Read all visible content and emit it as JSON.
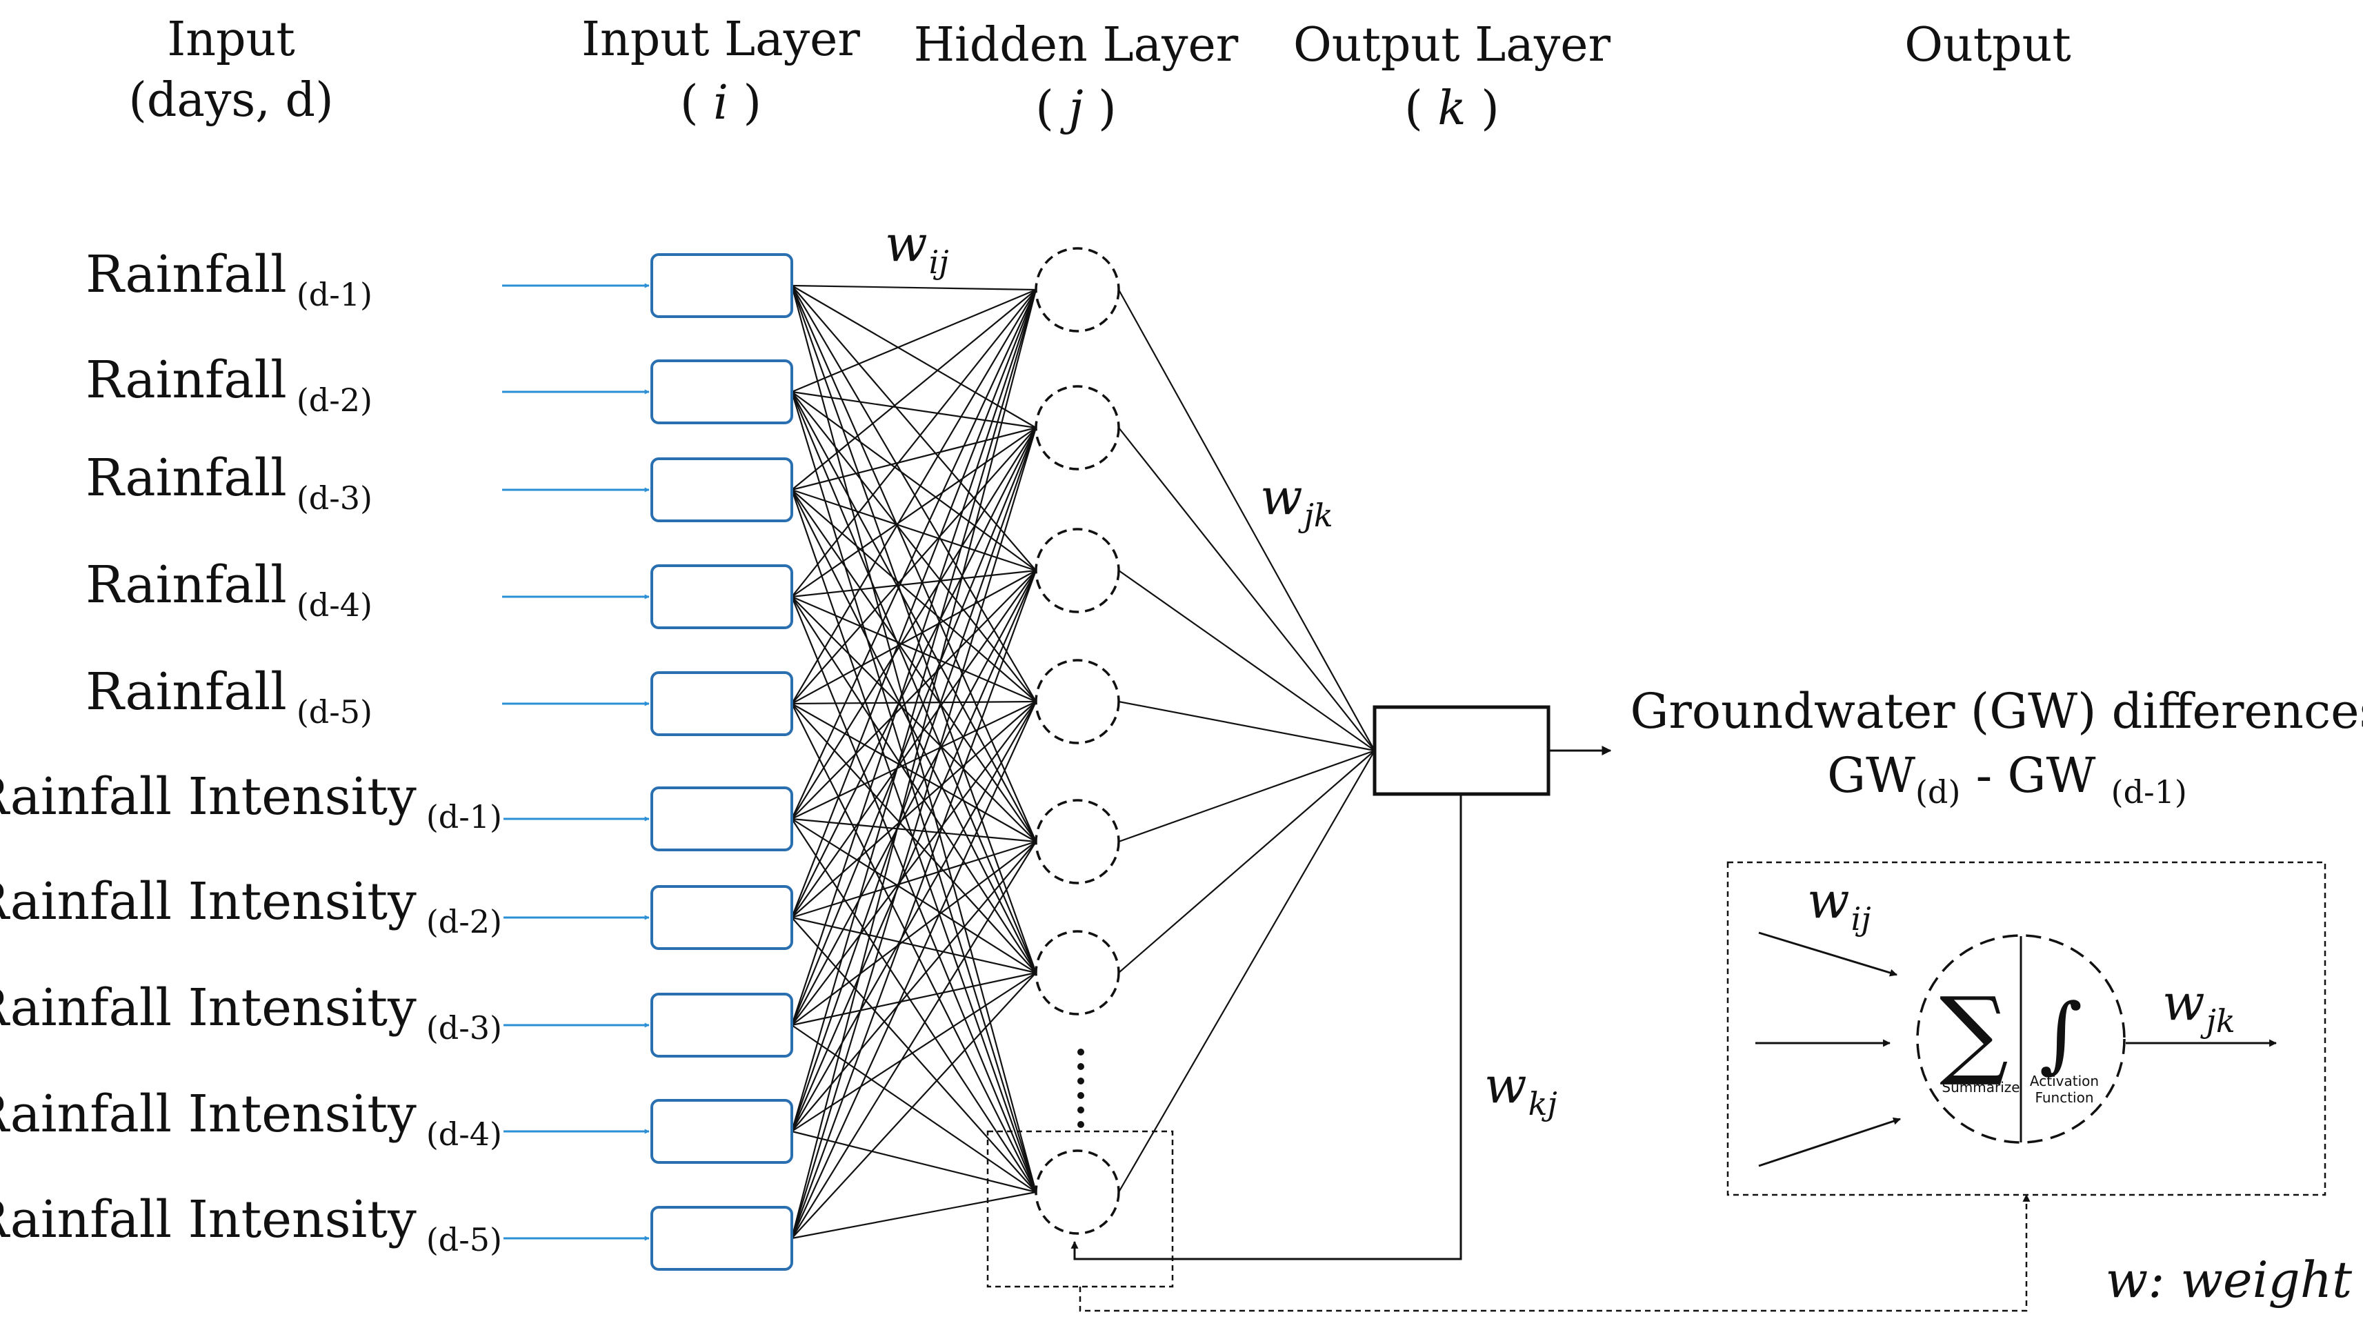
{
  "headers": {
    "input": {
      "line1": "Input",
      "line2": "(days, d)"
    },
    "input_layer": {
      "line1": "Input Layer",
      "index": "i"
    },
    "hidden_layer": {
      "line1": "Hidden Layer",
      "index": "j"
    },
    "output_layer": {
      "line1": "Output Layer",
      "index": "k"
    },
    "output": {
      "line1": "Output"
    }
  },
  "inputs": [
    {
      "label": "Rainfall",
      "sub": "(d-1)"
    },
    {
      "label": "Rainfall",
      "sub": "(d-2)"
    },
    {
      "label": "Rainfall",
      "sub": "(d-3)"
    },
    {
      "label": "Rainfall",
      "sub": "(d-4)"
    },
    {
      "label": "Rainfall",
      "sub": "(d-5)"
    },
    {
      "label": "Rainfall Intensity",
      "sub": "(d-1)"
    },
    {
      "label": "Rainfall Intensity",
      "sub": "(d-2)"
    },
    {
      "label": "Rainfall Intensity",
      "sub": "(d-3)"
    },
    {
      "label": "Rainfall Intensity",
      "sub": "(d-4)"
    },
    {
      "label": "Rainfall Intensity",
      "sub": "(d-5)"
    }
  ],
  "weights": {
    "w_ij": {
      "base": "w",
      "sub": "ij"
    },
    "w_jk": {
      "base": "w",
      "sub": "jk"
    },
    "w_kj": {
      "base": "w",
      "sub": "kj"
    }
  },
  "output_text": {
    "line1": "Groundwater (GW) differences",
    "gw1": "GW",
    "gw1_sub": "(d)",
    "minus": " - GW ",
    "gw2_sub": "(d-1)"
  },
  "neuron_detail": {
    "w_in": {
      "base": "w",
      "sub": "ij"
    },
    "w_out": {
      "base": "w",
      "sub": "jk"
    },
    "sum_symbol": "∑",
    "integral_symbol": "∫",
    "sum_label": "Summarize",
    "act_label_1": "Activation",
    "act_label_2": "Function"
  },
  "legend": "w: weight",
  "colors": {
    "input_arrow": "#2a8fd4",
    "input_box": "#2a6fb0",
    "line": "#111111"
  }
}
